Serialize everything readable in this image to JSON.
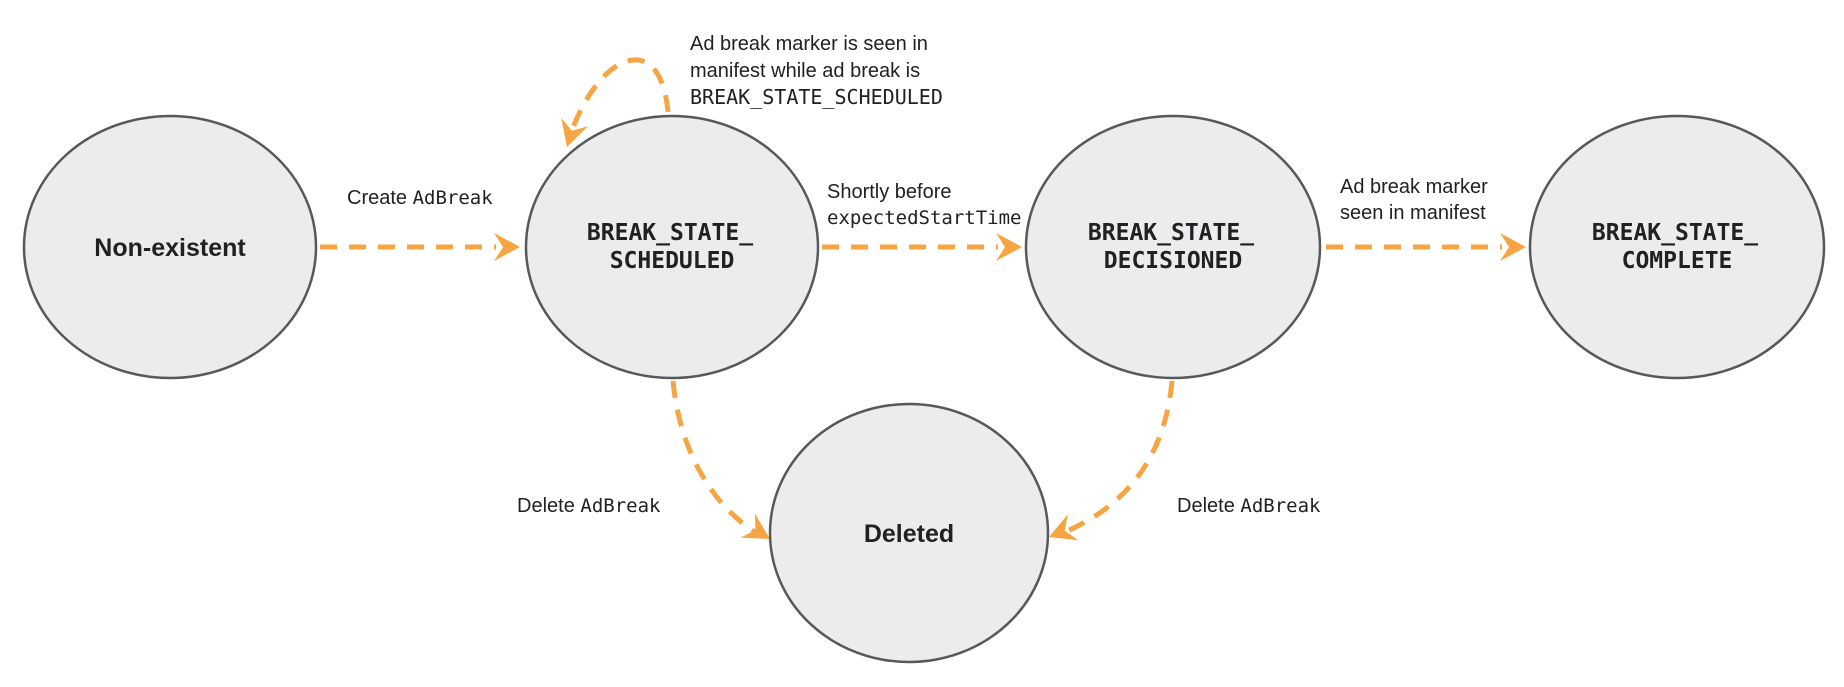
{
  "title": "Ad break state machine diagram",
  "colors": {
    "background": "#ffffff",
    "arrow": "#F7A542",
    "node_fill": "#ECECEC",
    "node_border": "#56585C",
    "text": "#202124"
  },
  "nodes": {
    "non_existent": {
      "label": "Non-existent"
    },
    "scheduled": {
      "line1": "BREAK_STATE_",
      "line2": "SCHEDULED"
    },
    "decisioned": {
      "line1": "BREAK_STATE_",
      "line2": "DECISIONED"
    },
    "complete": {
      "line1": "BREAK_STATE_",
      "line2": "COMPLETE"
    },
    "deleted": {
      "label": "Deleted"
    }
  },
  "edges": {
    "create": {
      "plain": "Create ",
      "code": "AdBreak"
    },
    "marker_while_scheduled": {
      "line1": "Ad break marker is seen in",
      "line2": "manifest while ad break is",
      "line3_code": "BREAK_STATE_SCHEDULED"
    },
    "shortly_before": {
      "line1": "Shortly before",
      "line2_code": "expectedStartTime"
    },
    "marker_seen": {
      "line1": "Ad break marker",
      "line2": "seen in manifest"
    },
    "delete_from_scheduled": {
      "plain": "Delete ",
      "code": "AdBreak"
    },
    "delete_from_decisioned": {
      "plain": "Delete ",
      "code": "AdBreak"
    }
  }
}
